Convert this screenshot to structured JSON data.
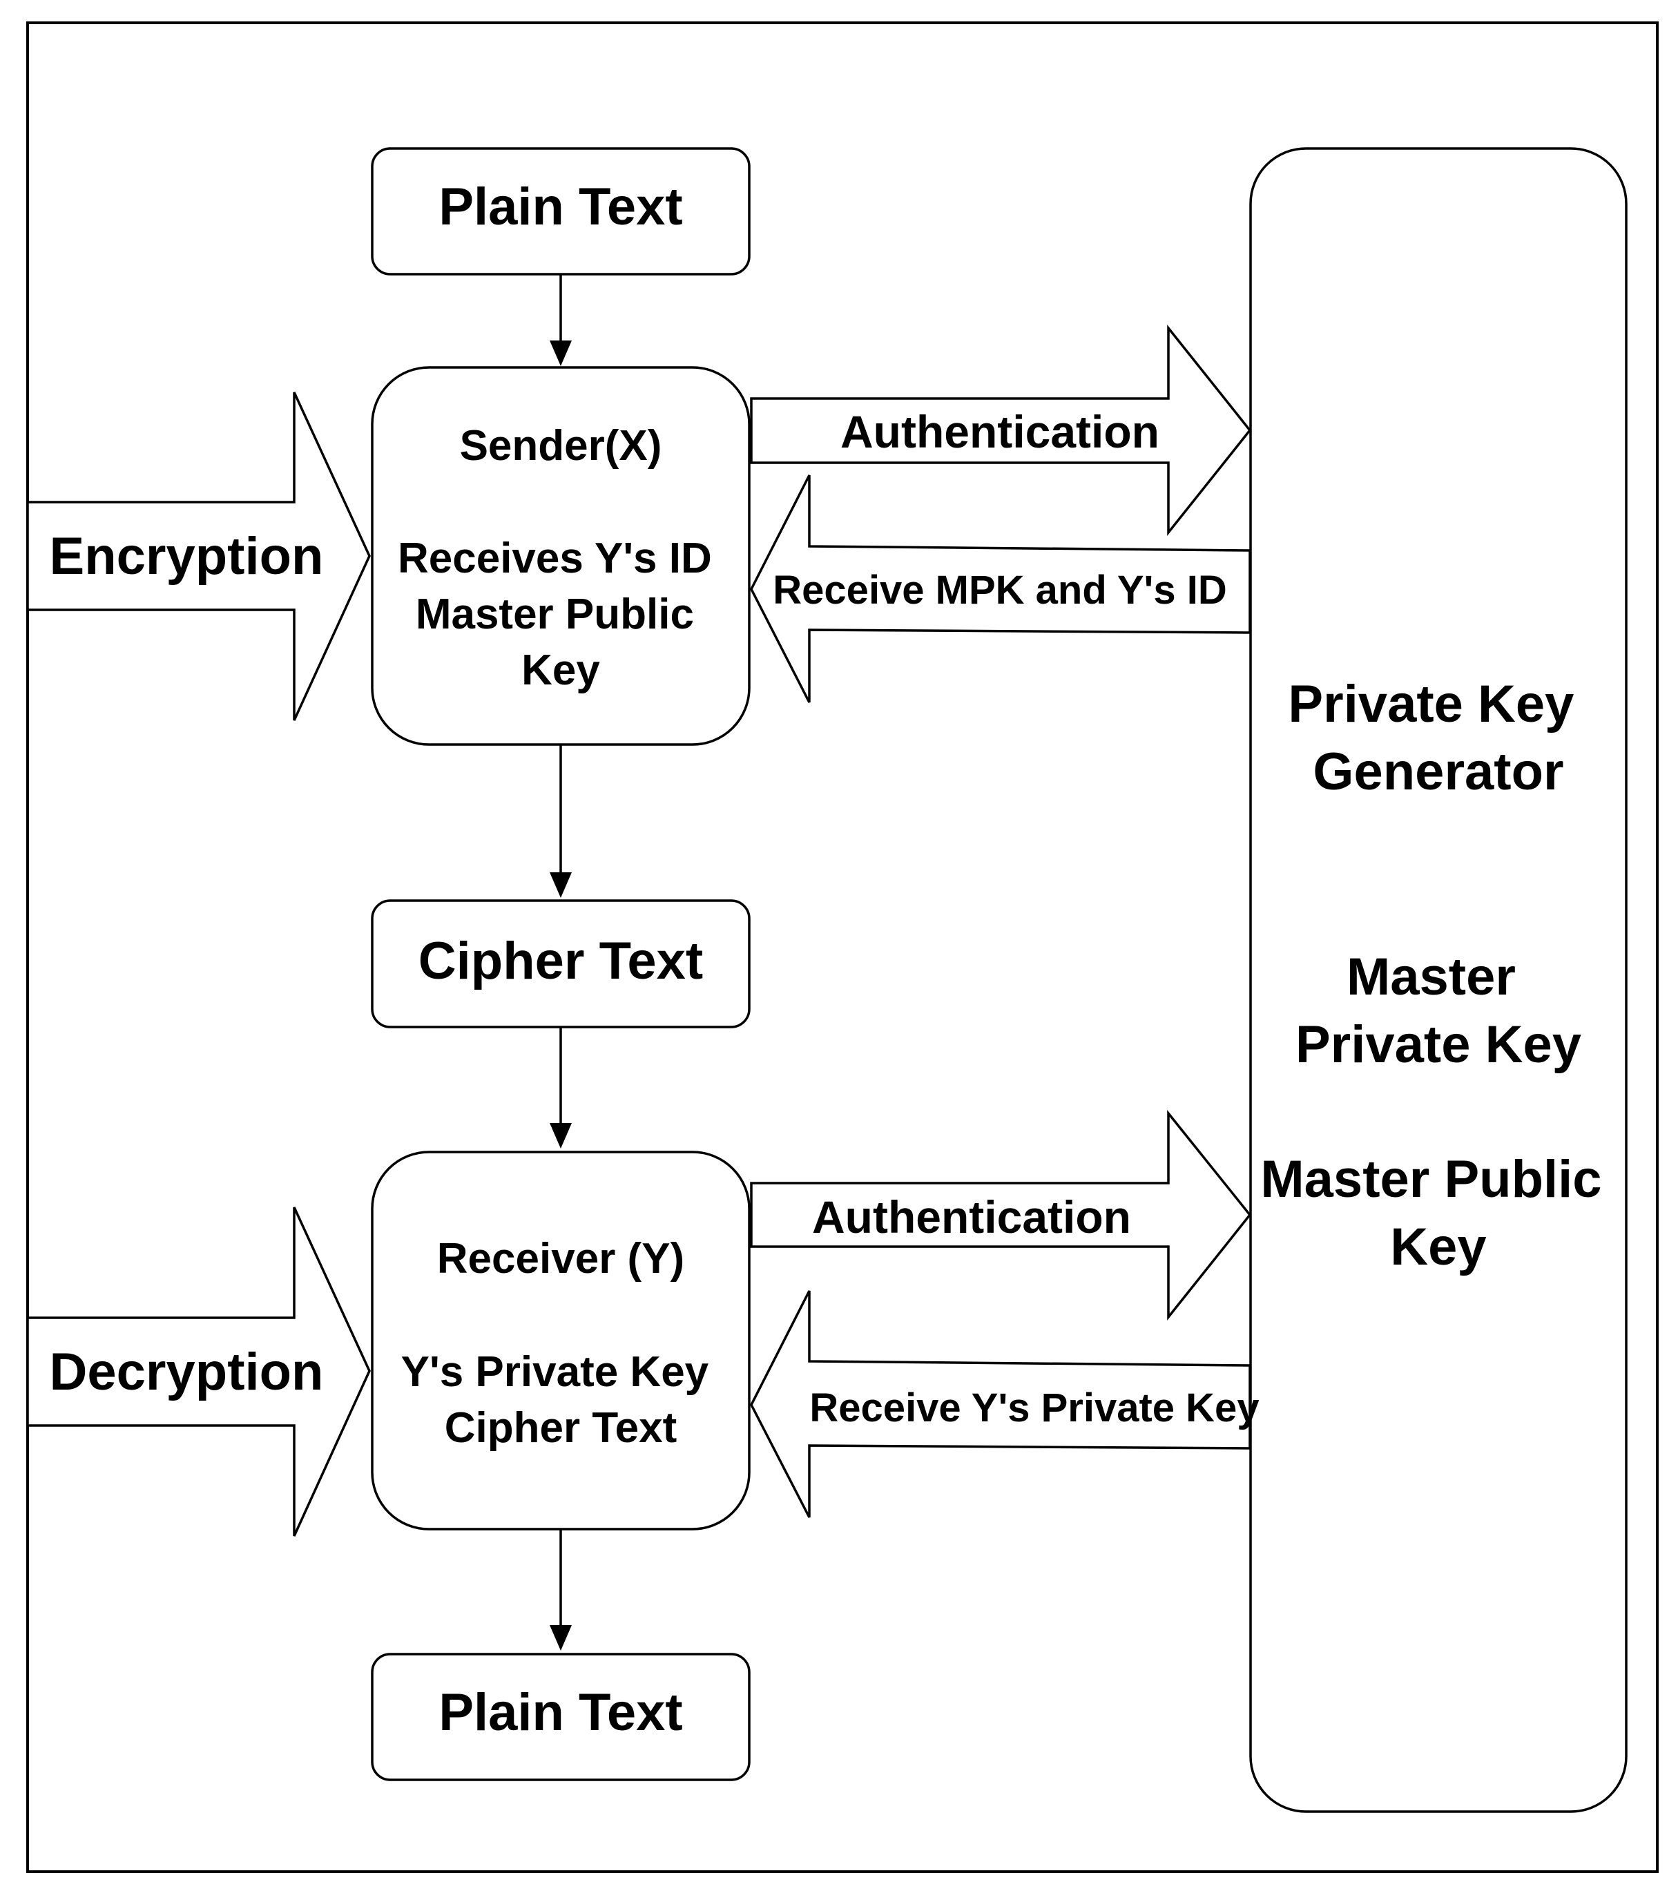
{
  "plain_text_top": "Plain Text",
  "sender": {
    "title": "Sender(X)",
    "lines": [
      "Receives Y's ID",
      "Master Public",
      "Key"
    ]
  },
  "cipher_text": "Cipher Text",
  "receiver": {
    "title": "Receiver (Y)",
    "lines": [
      "Y's Private Key",
      "Cipher Text"
    ]
  },
  "plain_text_bottom": "Plain Text",
  "encryption_label": "Encryption",
  "decryption_label": "Decryption",
  "auth_top": "Authentication",
  "receive_mpk": "Receive MPK and Y's ID",
  "auth_bottom": "Authentication",
  "receive_private_key": "Receive Y's Private Key",
  "pkg": {
    "lines": [
      "Private Key",
      "Generator"
    ],
    "master_private": [
      "Master",
      "Private Key"
    ],
    "master_public": [
      "Master Public",
      "Key"
    ]
  }
}
